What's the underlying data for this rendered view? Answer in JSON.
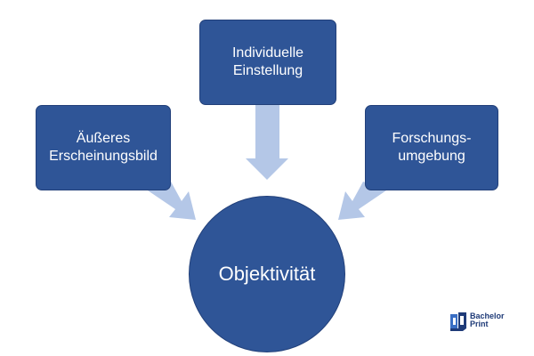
{
  "diagram": {
    "top_box": {
      "line1": "Individuelle",
      "line2": "Einstellung"
    },
    "left_box": {
      "line1": "Äußeres",
      "line2": "Erscheinungsbild"
    },
    "right_box": {
      "line1": "Forschungs-",
      "line2": "umgebung"
    },
    "center": {
      "label": "Objektivität"
    }
  },
  "logo": {
    "line1": "Bachelor",
    "line2": "Print"
  },
  "colors": {
    "box_fill": "#2f5597",
    "arrow_fill": "#b4c7e7",
    "text": "#ffffff"
  }
}
